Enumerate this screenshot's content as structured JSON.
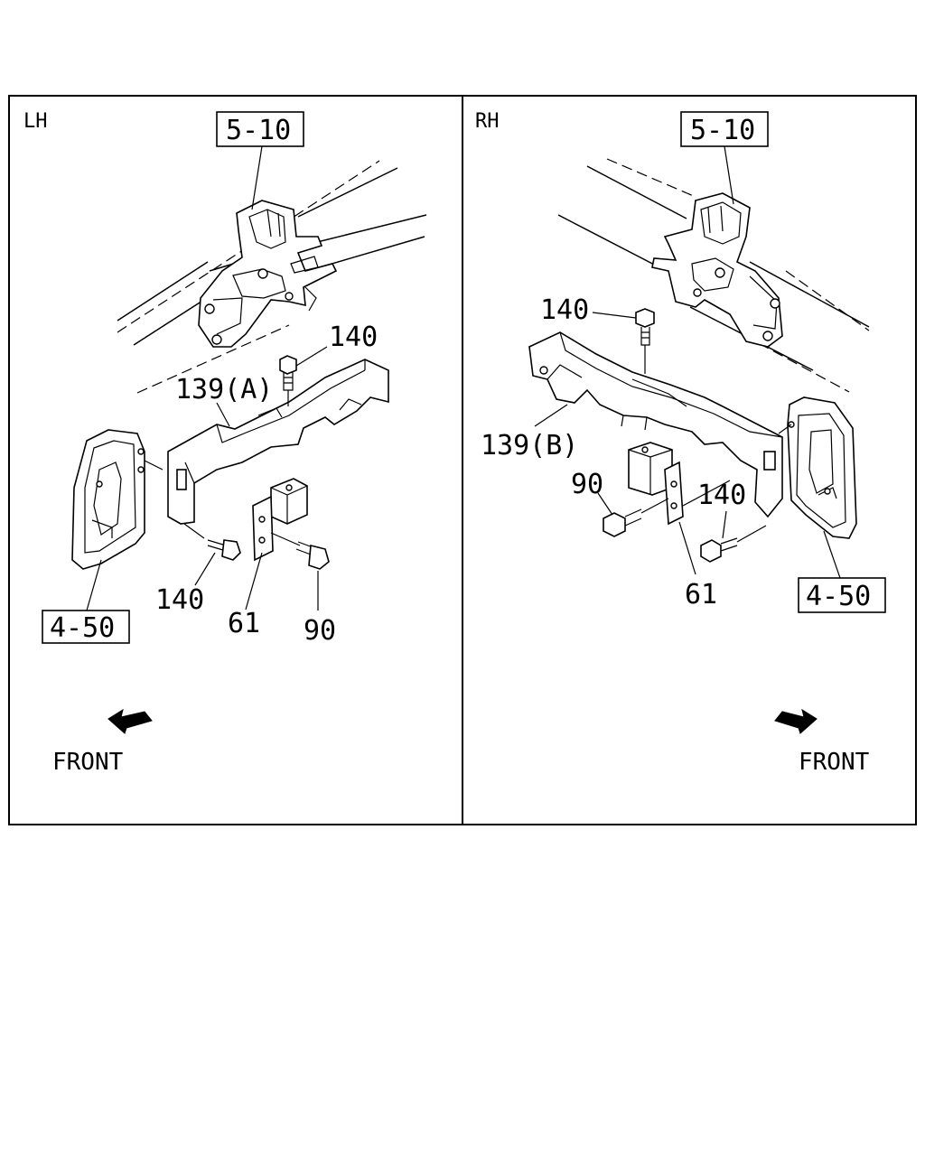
{
  "panels": {
    "left": {
      "side_label": "LH",
      "ref_top": "5-10",
      "ref_bottom": "4-50",
      "callout_bolt_top": "140",
      "callout_bracket": "139(A)",
      "callout_bolt_bottom": "140",
      "callout_plate": "61",
      "callout_bolt_side": "90",
      "direction_label": "FRONT"
    },
    "right": {
      "side_label": "RH",
      "ref_top": "5-10",
      "ref_bottom": "4-50",
      "callout_bolt_top": "140",
      "callout_bracket": "139(B)",
      "callout_bolt_side": "90",
      "callout_bolt_bottom": "140",
      "callout_plate": "61",
      "direction_label": "FRONT"
    }
  }
}
